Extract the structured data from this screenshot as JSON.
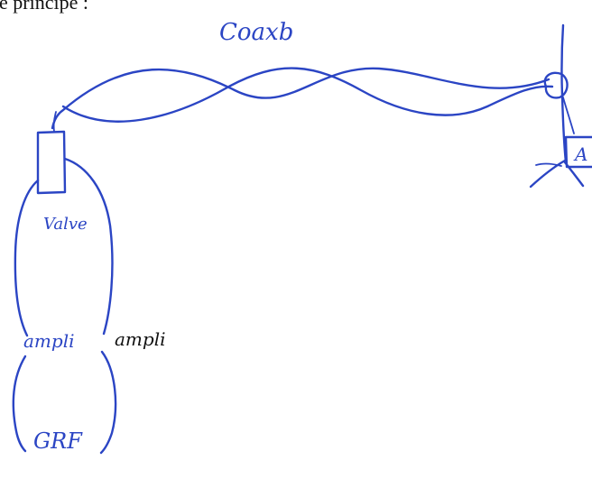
{
  "page": {
    "heading": "e principe :"
  },
  "labels": {
    "cable": "Coaxb",
    "valve": "Valve",
    "ampli_inside": "ampli",
    "ampli_side": "ampli",
    "grf": "GRF",
    "device_box": "A"
  },
  "colors": {
    "blue_ink": "#2b45c4",
    "black_ink": "#111111",
    "background": "#ffffff"
  }
}
